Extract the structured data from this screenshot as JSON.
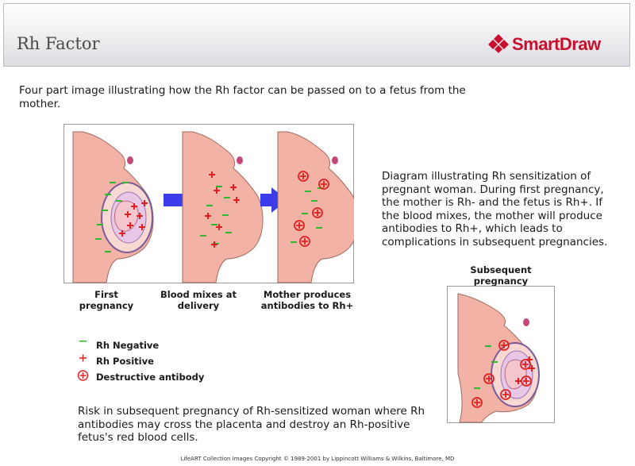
{
  "header": {
    "title": "Rh Factor",
    "brand": "SmartDraw",
    "brand_color": "#c8102e"
  },
  "intro": "Four part image illustrating how the Rh factor can be passed on to a fetus from the mother.",
  "description": "Diagram illustrating Rh sensitization of pregnant woman.  During first pregnancy, the mother is Rh- and the fetus is Rh+.  If the blood mixes, the mother will produce antibodies to Rh+, which leads to complications in subsequent pregnancies.",
  "panels": [
    {
      "label": "First pregnancy"
    },
    {
      "label": "Blood mixes at delivery"
    },
    {
      "label": "Mother produces antibodies to Rh+"
    },
    {
      "label": "Subsequent pregnancy"
    }
  ],
  "legend": {
    "items": [
      {
        "symbol": "minus",
        "label": "Rh Negative"
      },
      {
        "symbol": "plus",
        "label": "Rh Positive"
      },
      {
        "symbol": "circle-plus",
        "label": "Destructive antibody"
      }
    ]
  },
  "risk": "Risk in subsequent pregnancy of Rh-sensitized woman where Rh antibodies may cross the placenta and destroy an Rh-positive fetus's red blood cells.",
  "footer": "LifeART Collection Images Copyright © 1989-2001 by Lippincott Williams & Wilkins, Baltimore, MD",
  "colors": {
    "rh_negative": "#2db82d",
    "rh_positive": "#e02020",
    "arrow": "#3b3bea",
    "skin": "#f2b3a6",
    "skin_outline": "#9c6b63"
  }
}
